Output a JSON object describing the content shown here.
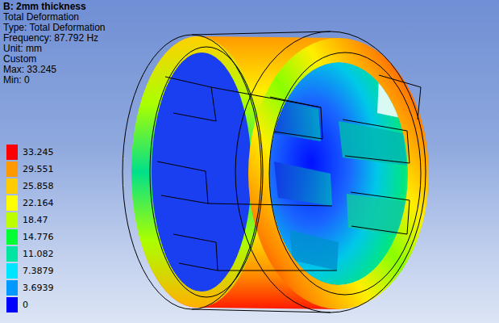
{
  "diagram": {
    "title": "B: 2mm thickness",
    "labels": [
      "Total Deformation",
      "Type: Total Deformation",
      "Frequency: 87.792 Hz",
      "Unit: mm",
      "Custom",
      "Max: 33.245",
      "Min: 0"
    ],
    "legend": [
      {
        "text": "33.245",
        "color": "#ff0000"
      },
      {
        "text": "29.551",
        "color": "#ff9900"
      },
      {
        "text": "25.858",
        "color": "#ffcc00"
      },
      {
        "text": "22.164",
        "color": "#ffff00"
      },
      {
        "text": "18.47",
        "color": "#bbff00"
      },
      {
        "text": "14.776",
        "color": "#00ff33"
      },
      {
        "text": "11.082",
        "color": "#00e6a0"
      },
      {
        "text": "7.3879",
        "color": "#00e5ff"
      },
      {
        "text": "3.6939",
        "color": "#0099ff"
      },
      {
        "text": "0",
        "color": "#0000ff"
      }
    ]
  }
}
